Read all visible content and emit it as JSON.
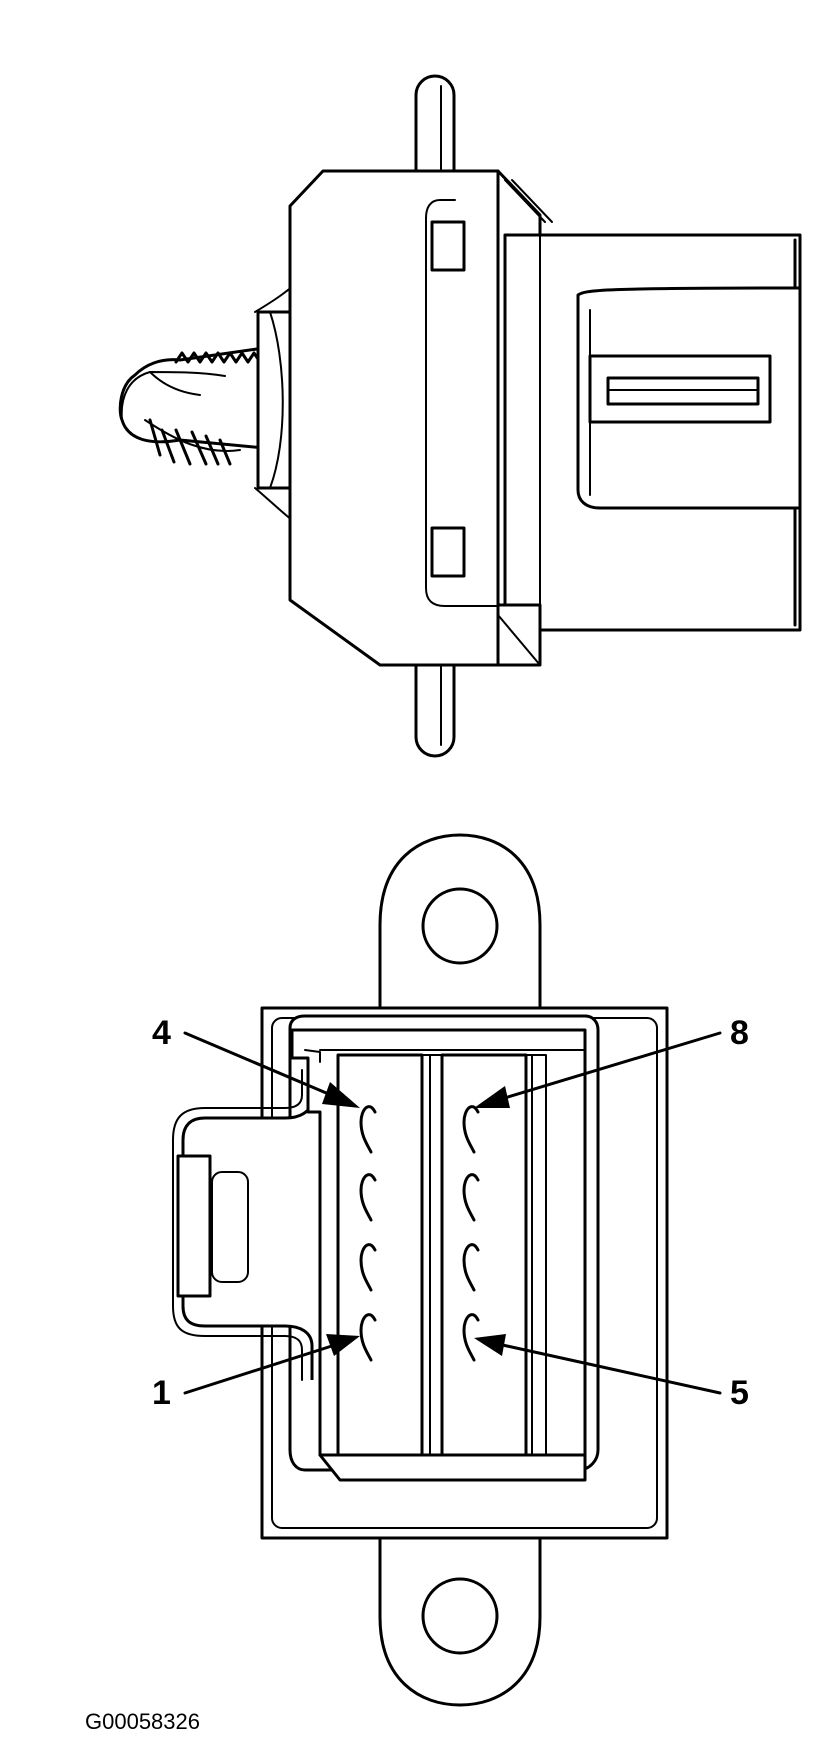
{
  "figure_id": "G00058326",
  "pin_labels": {
    "pin4": "4",
    "pin8": "8",
    "pin1": "1",
    "pin5": "5"
  }
}
